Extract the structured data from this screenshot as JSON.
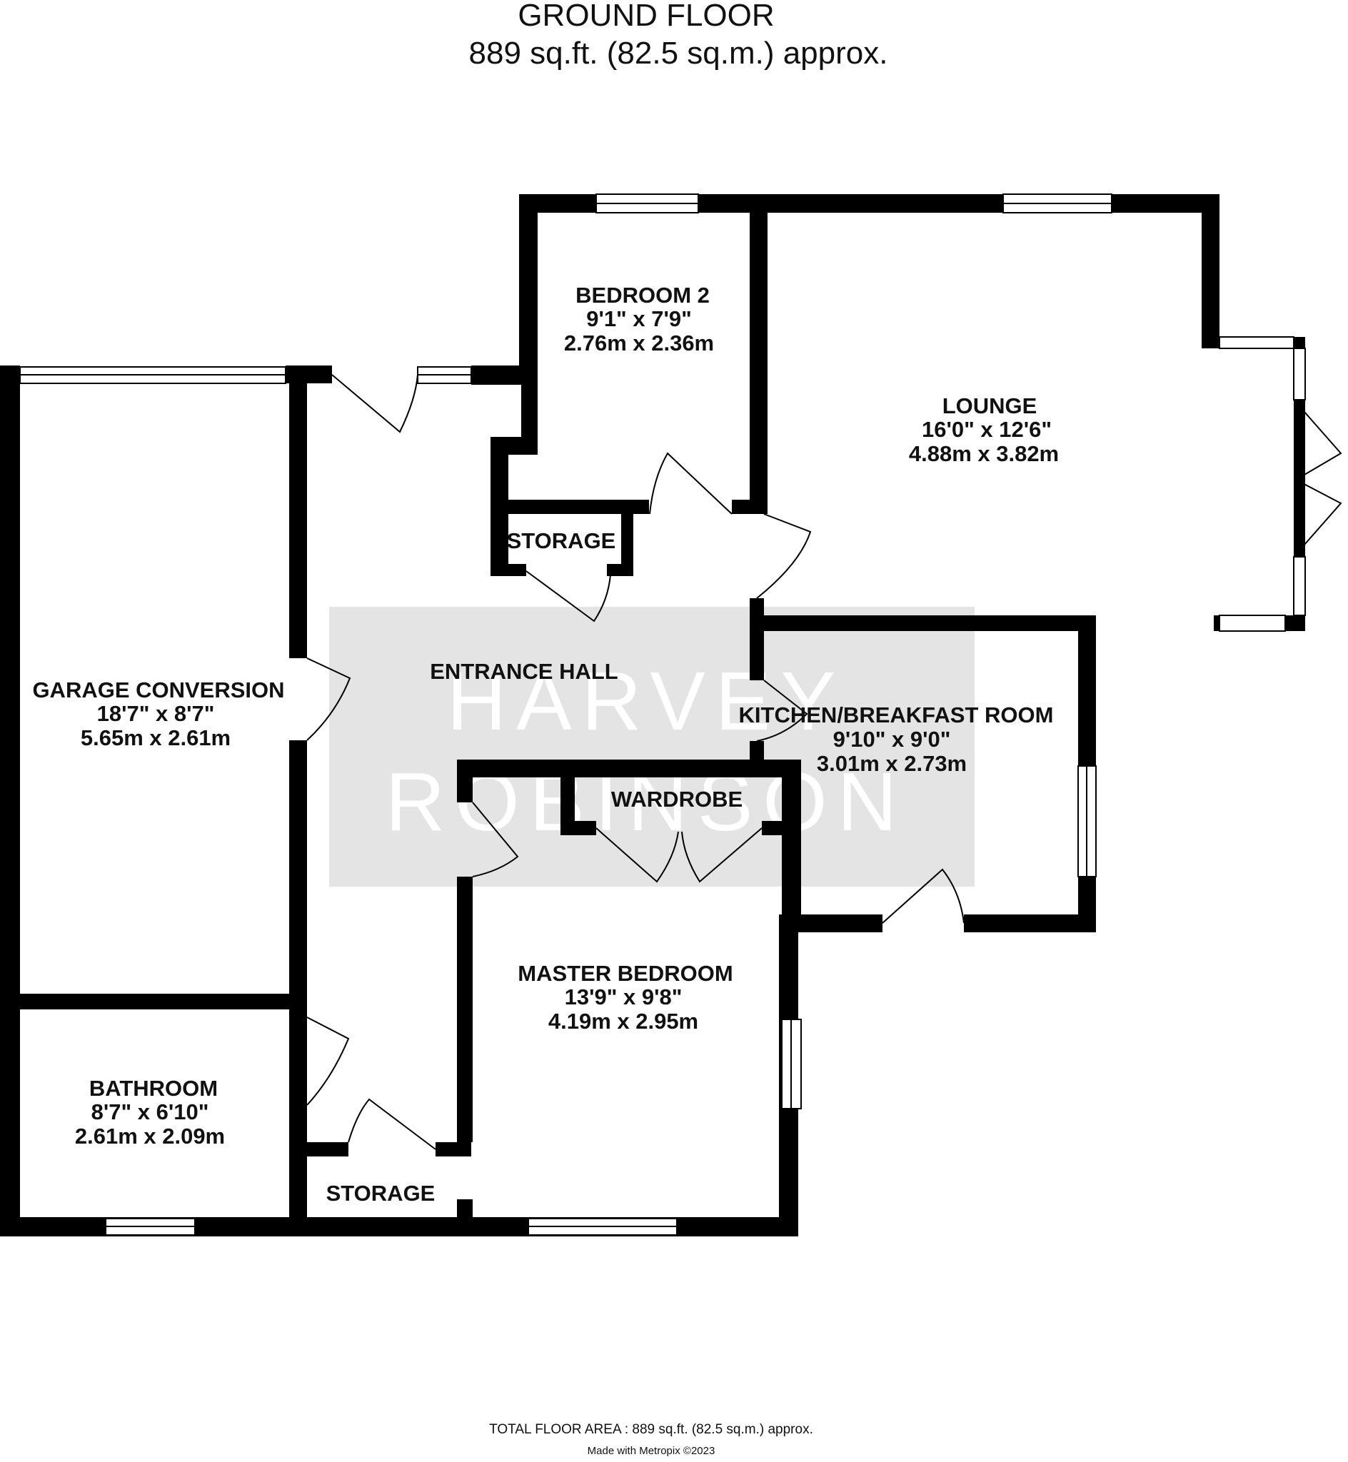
{
  "header": {
    "floor": "GROUND FLOOR",
    "area": "889 sq.ft. (82.5 sq.m.) approx."
  },
  "watermark": {
    "line1": "HARVEY",
    "line2": "ROBINSON"
  },
  "rooms": {
    "bedroom2": {
      "name": "BEDROOM 2",
      "imperial": "9'1\"  x 7'9\"",
      "metric": "2.76m  x 2.36m"
    },
    "lounge": {
      "name": "LOUNGE",
      "imperial": "16'0\"  x 12'6\"",
      "metric": "4.88m  x 3.82m"
    },
    "garage": {
      "name": "GARAGE CONVERSION",
      "imperial": "18'7\"  x 8'7\"",
      "metric": "5.65m  x 2.61m"
    },
    "entrance_hall": {
      "name": "ENTRANCE HALL"
    },
    "storage_top": {
      "name": "STORAGE"
    },
    "kitchen": {
      "name": "KITCHEN/BREAKFAST ROOM",
      "imperial": "9'10\"  x 9'0\"",
      "metric": "3.01m  x 2.73m"
    },
    "wardrobe": {
      "name": "WARDROBE"
    },
    "master": {
      "name": "MASTER BEDROOM",
      "imperial": "13'9\"  x 9'8\"",
      "metric": "4.19m  x 2.95m"
    },
    "bathroom": {
      "name": "BATHROOM",
      "imperial": "8'7\"  x 6'10\"",
      "metric": "2.61m  x 2.09m"
    },
    "storage_bottom": {
      "name": "STORAGE"
    }
  },
  "footer": {
    "total": "TOTAL FLOOR AREA : 889 sq.ft. (82.5 sq.m.) approx.",
    "credit": "Made with Metropix ©2023"
  },
  "colors": {
    "wall": "#000000",
    "watermark_box": "#e4e4e4",
    "background": "#ffffff"
  }
}
